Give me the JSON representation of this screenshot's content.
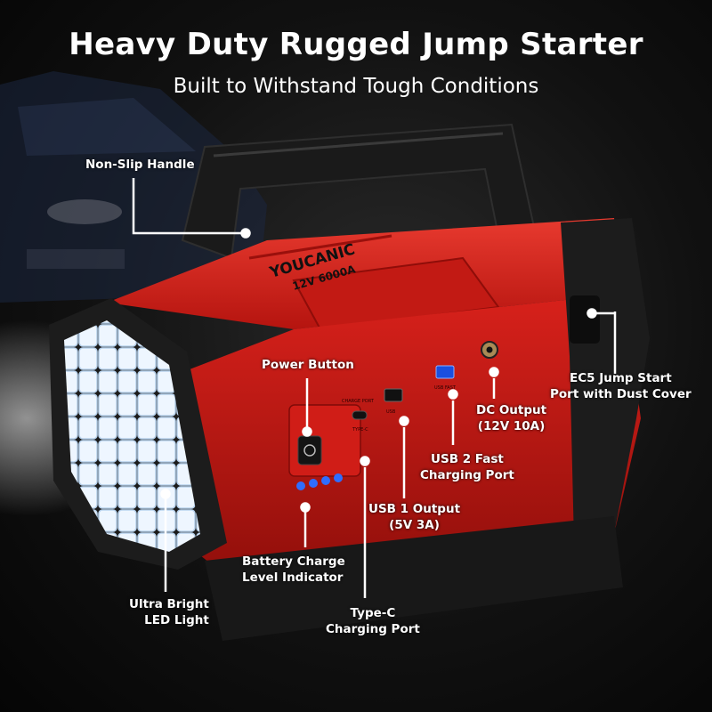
{
  "title": "Heavy Duty Rugged Jump Starter",
  "subtitle": "Built to Withstand Tough Conditions",
  "product": {
    "brand": "YOUCANIC",
    "model": "12V 6000A",
    "port_print": [
      "CHARGE PORT",
      "TYPE-C",
      "USB",
      "USB FAST"
    ]
  },
  "callouts": {
    "handle": "Non-Slip Handle",
    "power_button": "Power Button",
    "ec5": [
      "EC5 Jump Start",
      "Port with Dust Cover"
    ],
    "dc_output": [
      "DC Output",
      "(12V 10A)"
    ],
    "usb2": [
      "USB 2 Fast",
      "Charging Port"
    ],
    "usb1": [
      "USB 1 Output",
      "(5V 3A)"
    ],
    "battery": [
      "Battery Charge",
      "Level Indicator"
    ],
    "led": [
      "Ultra Bright",
      "LED Light"
    ],
    "typec": [
      "Type-C",
      "Charging Port"
    ]
  },
  "colors": {
    "body_red": "#d8211b",
    "rubber": "#1c1c1c",
    "led_white": "#e9f4ff",
    "indicator_blue": "#2f6dff"
  }
}
